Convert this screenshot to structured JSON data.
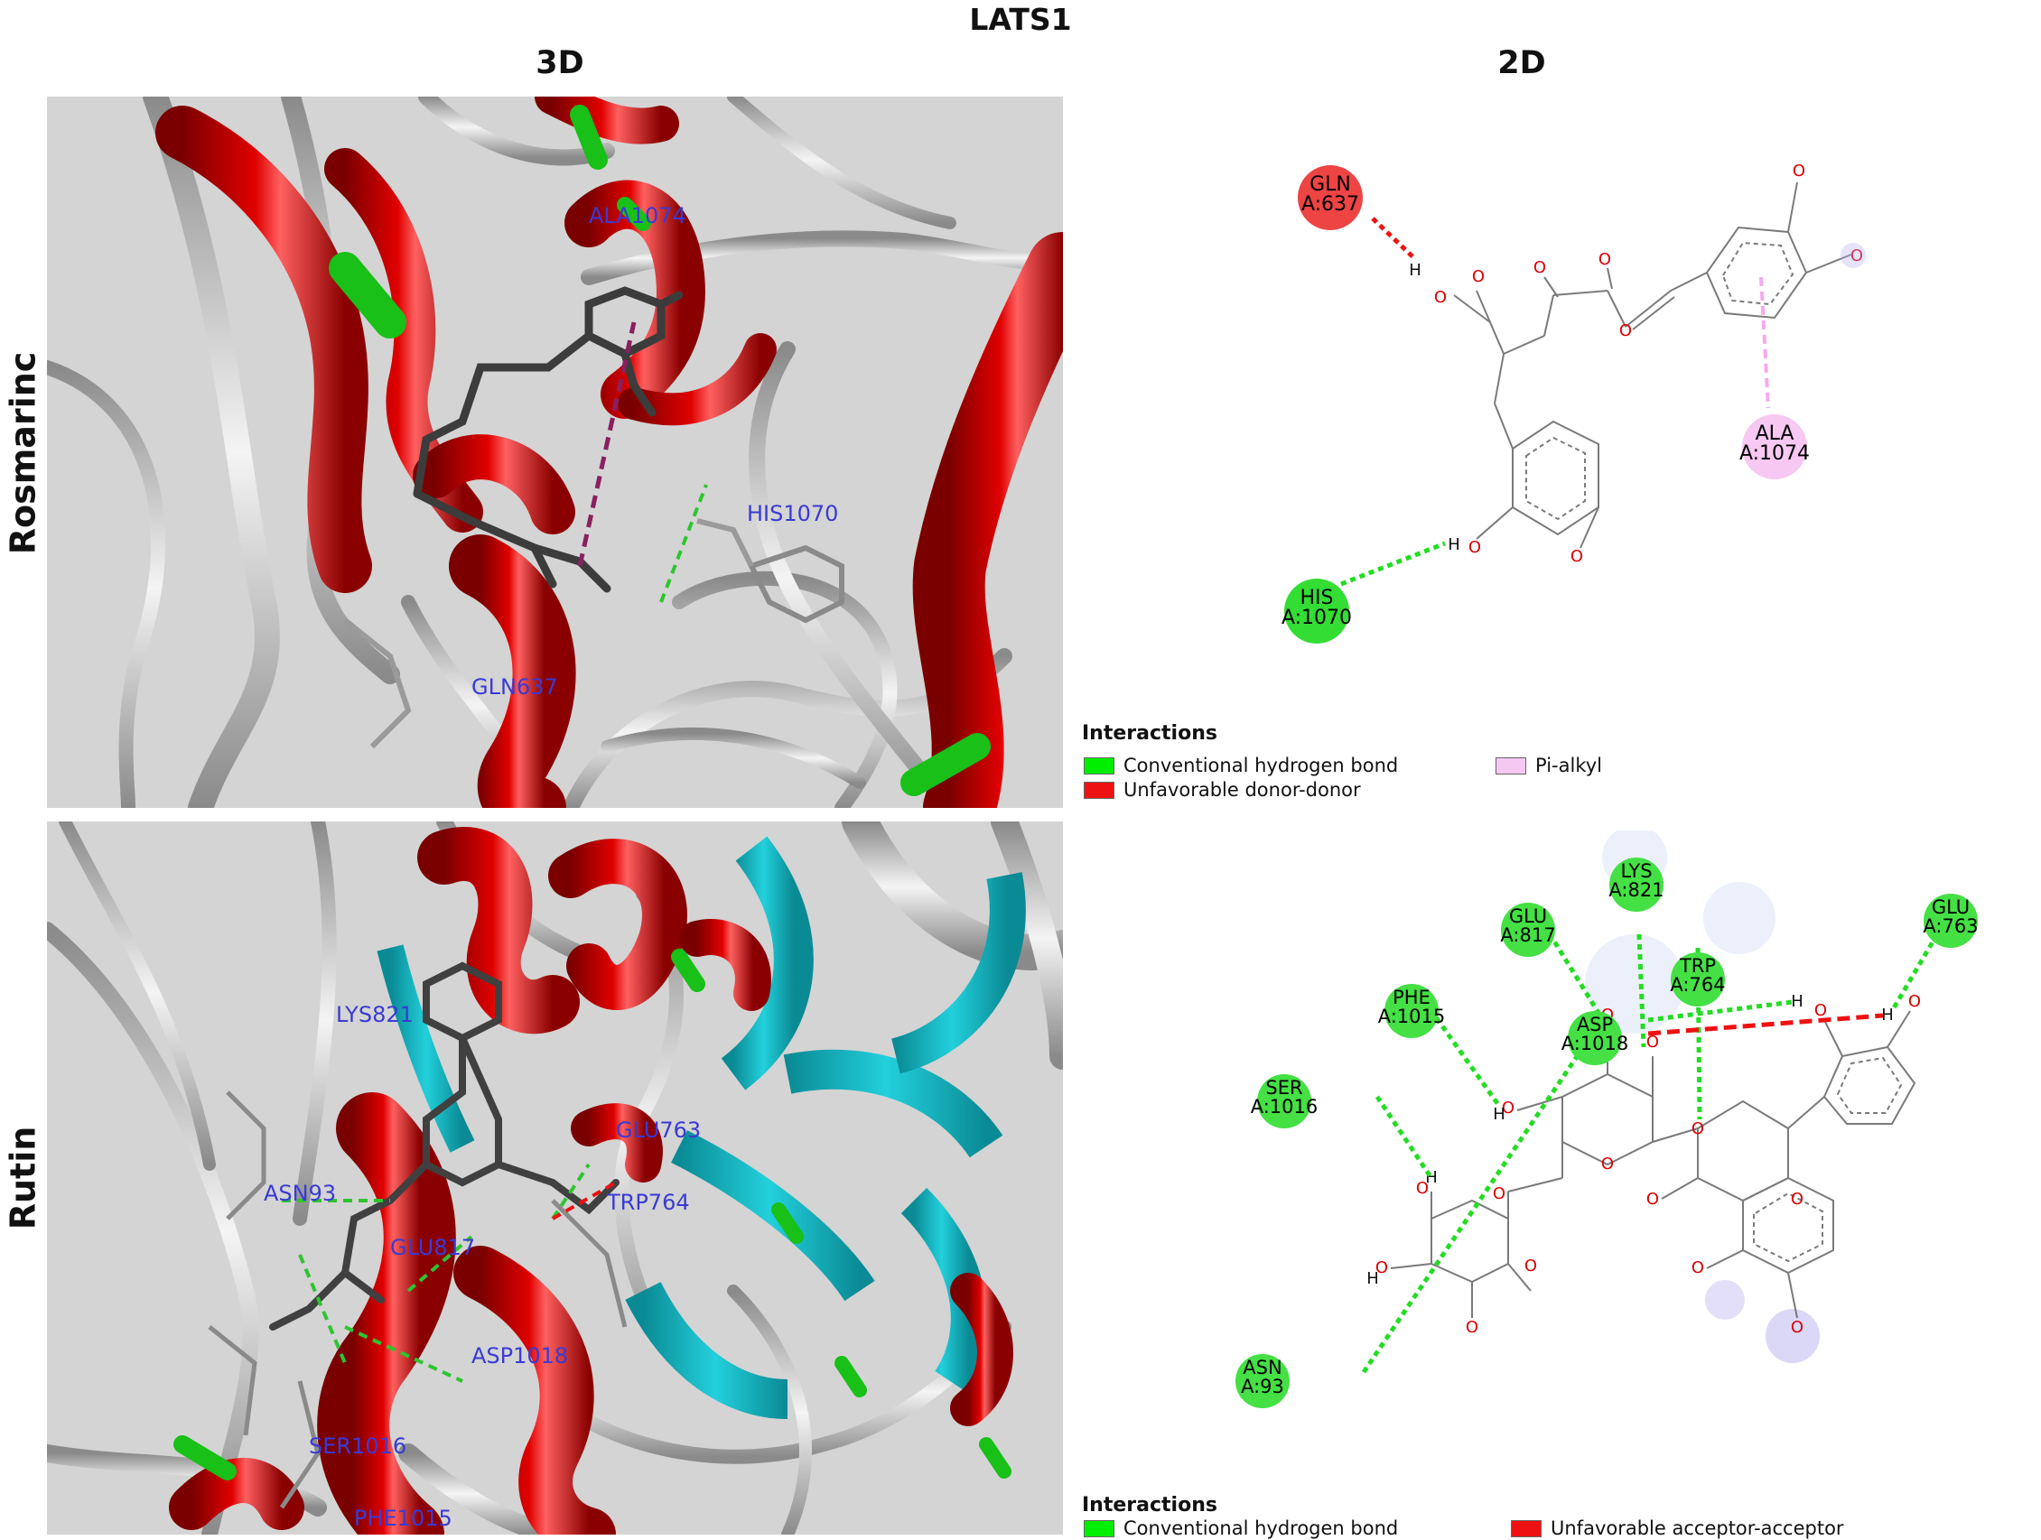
{
  "title": "LATS1",
  "columns": {
    "left": "3D",
    "right": "2D"
  },
  "rows": [
    {
      "label": "Rosmarinc",
      "labels_3d": [
        "ALA1074",
        "HIS1070",
        "GLN637"
      ],
      "residues": [
        {
          "name": "GLN",
          "id": "A:637",
          "type": "donor-donor"
        },
        {
          "name": "ALA",
          "id": "A:1074",
          "type": "pi-alkyl"
        },
        {
          "name": "HIS",
          "id": "A:1070",
          "type": "hbond"
        }
      ],
      "legend": {
        "title": "Interactions",
        "items": [
          {
            "label": "Conventional hydrogen bond",
            "color": "#00ee00"
          },
          {
            "label": "Unfavorable donor-donor",
            "color": "#ee1111"
          },
          {
            "label": "Pi-alkyl",
            "color": "#f5c8f2"
          }
        ]
      }
    },
    {
      "label": "Rutin",
      "labels_3d": [
        "LYS821",
        "GLU763",
        "ASN93",
        "TRP764",
        "GLU817",
        "ASP1018",
        "SER1016",
        "PHE1015"
      ],
      "residues": [
        {
          "name": "GLU",
          "id": "A:817",
          "type": "hbond"
        },
        {
          "name": "LYS",
          "id": "A:821",
          "type": "hbond"
        },
        {
          "name": "GLU",
          "id": "A:763",
          "type": "hbond"
        },
        {
          "name": "TRP",
          "id": "A:764",
          "type": "hbond"
        },
        {
          "name": "PHE",
          "id": "A:1015",
          "type": "hbond"
        },
        {
          "name": "ASP",
          "id": "A:1018",
          "type": "hbond"
        },
        {
          "name": "SER",
          "id": "A:1016",
          "type": "hbond"
        },
        {
          "name": "ASN",
          "id": "A:93",
          "type": "hbond"
        }
      ],
      "legend": {
        "title": "Interactions",
        "items": [
          {
            "label": "Conventional hydrogen bond",
            "color": "#00ee00"
          },
          {
            "label": "Unfavorable acceptor-acceptor",
            "color": "#ee1111"
          }
        ]
      }
    }
  ],
  "atoms": {
    "oxygen": "O",
    "hydrogen": "H"
  },
  "colors": {
    "helix": "#cc0000",
    "coil": "#b4b4b4",
    "turn": "#22bb22",
    "strand": "#1fb8c4",
    "hbond": "#22dd22",
    "unfavorable": "#ee1111",
    "pialkyl": "#f7a8ee"
  }
}
